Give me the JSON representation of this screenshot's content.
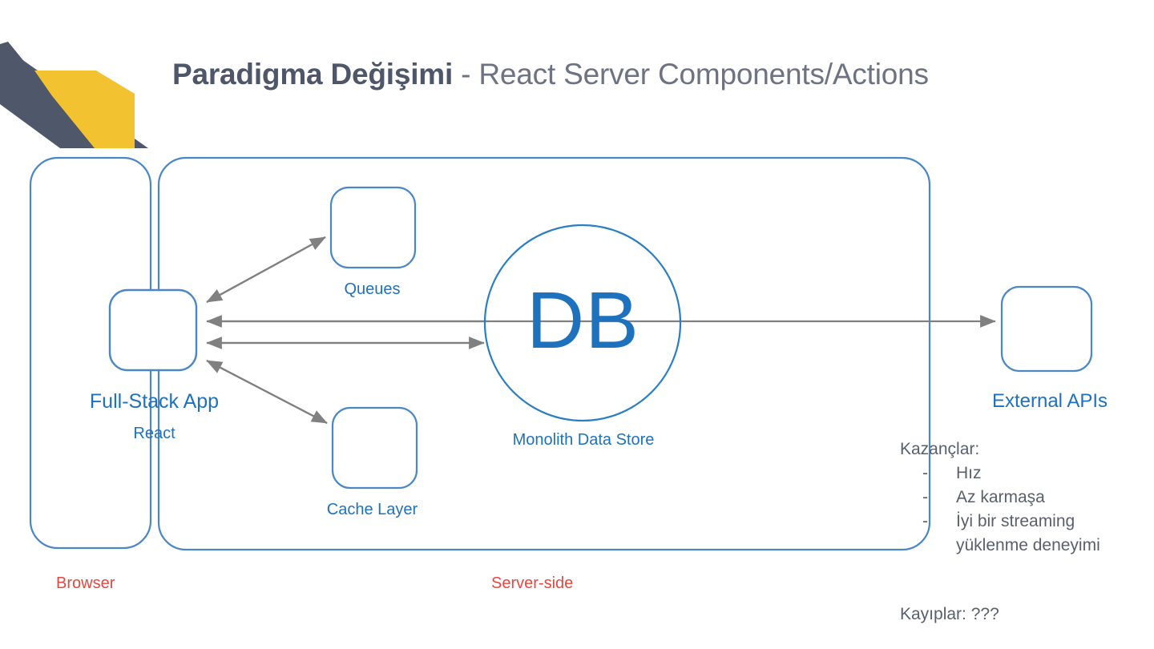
{
  "title": {
    "bold": "Paradigma Değişimi",
    "light": " - React Server Components/Actions"
  },
  "colors": {
    "node_blue": "#1e72bd",
    "outline_blue": "#4a87c4",
    "arrow_gray": "#808080",
    "zone_red": "#e2483f",
    "title_gray": "#5a6275",
    "deco_slate": "#4f586b",
    "deco_yellow": "#f2c230"
  },
  "diagram": {
    "zones": [
      {
        "id": "browser",
        "label": "Browser"
      },
      {
        "id": "server",
        "label": "Server-side"
      }
    ],
    "nodes": [
      {
        "id": "fullstack",
        "label": "Full-Stack App",
        "sublabel": "React"
      },
      {
        "id": "queues",
        "label": "Queues"
      },
      {
        "id": "cache",
        "label": "Cache Layer"
      },
      {
        "id": "db",
        "label": "Monolith Data Store",
        "inner_text": "DB"
      },
      {
        "id": "external",
        "label": "External APIs"
      }
    ],
    "edges": [
      {
        "from": "fullstack",
        "to": "queues",
        "direction": "bidirectional"
      },
      {
        "from": "fullstack",
        "to": "cache",
        "direction": "bidirectional"
      },
      {
        "from": "fullstack",
        "to": "db",
        "direction": "bidirectional"
      },
      {
        "from": "fullstack",
        "to": "external",
        "direction": "bidirectional"
      }
    ]
  },
  "notes": {
    "gains_heading": "Kazançlar:",
    "gains": [
      "Hız",
      "Az karmaşa",
      "İyi bir streaming"
    ],
    "gains_continuation": "yüklenme deneyimi",
    "losses": "Kayıplar: ???",
    "dash": "-"
  }
}
